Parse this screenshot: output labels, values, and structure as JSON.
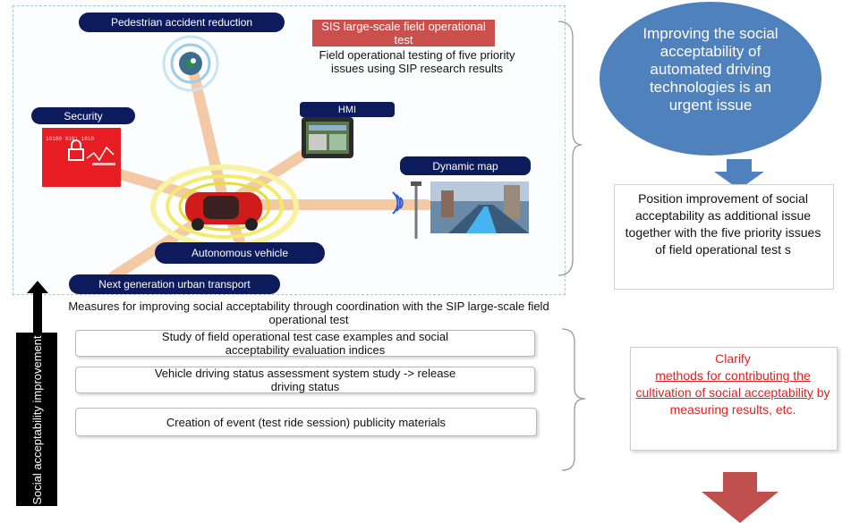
{
  "scene": {
    "pedestrian_label": "Pedestrian accident reduction",
    "sis_label": "SIS large-scale field operational test",
    "field_test_text": "Field operational testing of five priority issues using SIP research results",
    "hmi_label": "HMI",
    "security_label": "Security",
    "dynamic_map_label": "Dynamic map",
    "autonomous_label": "Autonomous vehicle",
    "next_gen_label": "Next generation urban transport",
    "security_code": "10100 0101 1010"
  },
  "measures": {
    "heading": "Measures for improving social acceptability through coordination with the SIP large-scale field operational test",
    "items": [
      "Study of field operational test case examples and social acceptability evaluation indices",
      "Vehicle driving status assessment system study -> release driving status",
      "Creation of event (test ride session) publicity materials"
    ]
  },
  "side_label": "Social acceptability improvement",
  "right": {
    "oval_text": "Improving the social acceptability of automated driving technologies is an urgent issue",
    "position_text": "Position improvement of social acceptability as additional issue together with the five priority issues of field operational test s",
    "clarify_line1": "Clarify",
    "clarify_underlined": "methods for contributing the cultivation of social acceptability",
    "clarify_by": " by",
    "clarify_end": "measuring results, etc."
  },
  "colors": {
    "navy": "#0d1a5c",
    "oval_blue": "#4f81bd",
    "arrow_red": "#c0504d",
    "clarify_red": "#e02020",
    "sis_bar": "#c9504c"
  }
}
